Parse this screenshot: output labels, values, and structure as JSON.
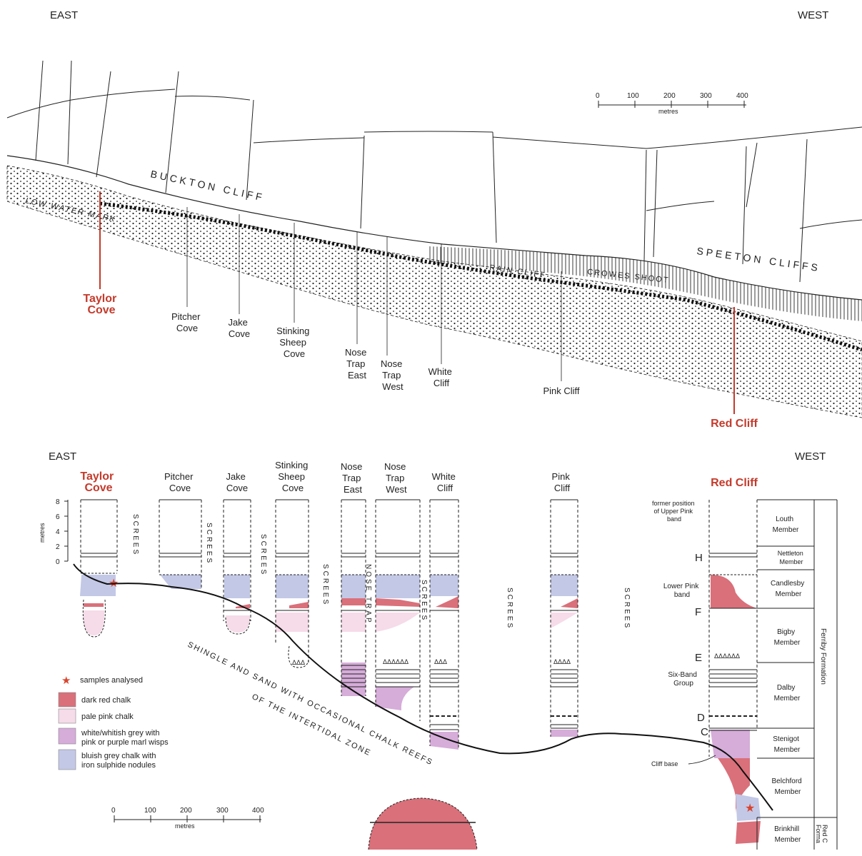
{
  "directions": {
    "east": "EAST",
    "west": "WEST"
  },
  "map": {
    "cliff_names": {
      "buckton": "BUCKTON CLIFF",
      "speeton": "SPEETON CLIFFS",
      "rain": "RAIN CLIFF",
      "crowes": "CROWES SHOOT",
      "low_water": "LOW WATER MARK"
    },
    "scale": {
      "ticks": [
        "0",
        "100",
        "200",
        "300",
        "400"
      ],
      "unit": "metres"
    },
    "locations": [
      {
        "lines": [
          "Taylor",
          "Cove"
        ],
        "highlight": true
      },
      {
        "lines": [
          "Pitcher",
          "Cove"
        ]
      },
      {
        "lines": [
          "Jake",
          "Cove"
        ]
      },
      {
        "lines": [
          "Stinking",
          "Sheep",
          "Cove"
        ]
      },
      {
        "lines": [
          "Nose",
          "Trap",
          "East"
        ]
      },
      {
        "lines": [
          "Nose",
          "Trap",
          "West"
        ]
      },
      {
        "lines": [
          "White",
          "Cliff"
        ]
      },
      {
        "lines": [
          "Pink Cliff"
        ]
      },
      {
        "lines": [
          "Red Cliff"
        ],
        "highlight": true
      }
    ]
  },
  "section": {
    "columns": [
      {
        "lines": [
          "Taylor",
          "Cove"
        ],
        "highlight": true
      },
      {
        "lines": [
          "Pitcher",
          "Cove"
        ]
      },
      {
        "lines": [
          "Jake",
          "Cove"
        ]
      },
      {
        "lines": [
          "Stinking",
          "Sheep",
          "Cove"
        ]
      },
      {
        "lines": [
          "Nose",
          "Trap",
          "East"
        ]
      },
      {
        "lines": [
          "Nose",
          "Trap",
          "West"
        ]
      },
      {
        "lines": [
          "White",
          "Cliff"
        ]
      },
      {
        "lines": [
          "Pink",
          "Cliff"
        ]
      },
      {
        "lines": [
          "Red Cliff"
        ],
        "highlight": true
      }
    ],
    "axis": {
      "unit": "metres",
      "ticks": [
        "8",
        "6",
        "4",
        "2",
        "0"
      ]
    },
    "screes_label": "SCREES",
    "nose_trap_label": "NOSE TRAP",
    "beach_label_1": "SHINGLE AND SAND WITH OCCASIONAL CHALK REEFS",
    "beach_label_2": "OF THE INTERTIDAL ZONE",
    "markers": [
      "H",
      "F",
      "E",
      "D",
      "C"
    ],
    "annotations": {
      "former": [
        "former position",
        "of Upper Pink",
        "band"
      ],
      "lower_pink": [
        "Lower Pink",
        "band"
      ],
      "six_band": [
        "Six-Band",
        "Group"
      ],
      "cliff_base": "Cliff base"
    },
    "members": [
      {
        "lines": [
          "Louth",
          "Member"
        ]
      },
      {
        "lines": [
          "Nettleton",
          "Member"
        ]
      },
      {
        "lines": [
          "Candlesby",
          "Member"
        ]
      },
      {
        "lines": [
          "Bigby",
          "Member"
        ]
      },
      {
        "lines": [
          "Dalby",
          "Member"
        ]
      },
      {
        "lines": [
          "Stenigot",
          "Member"
        ]
      },
      {
        "lines": [
          "Belchford",
          "Member"
        ]
      },
      {
        "lines": [
          "Brinkhill",
          "Member"
        ]
      }
    ],
    "formations": {
      "ferriby": "Ferriby Formation",
      "red_chalk": [
        "Red C",
        "Forma"
      ]
    },
    "scale": {
      "ticks": [
        "0",
        "100",
        "200",
        "300",
        "400"
      ],
      "unit": "metres"
    }
  },
  "legend": {
    "items": [
      {
        "label": [
          "samples analysed"
        ],
        "kind": "star",
        "color": "#d8452f"
      },
      {
        "label": [
          "dark red chalk"
        ],
        "kind": "swatch",
        "color": "#d9707a"
      },
      {
        "label": [
          "pale pink chalk"
        ],
        "kind": "swatch",
        "color": "#f6dbe8"
      },
      {
        "label": [
          "white/whitish grey with",
          "pink or purple marl wisps"
        ],
        "kind": "swatch",
        "color": "#d6acd9"
      },
      {
        "label": [
          "bluish grey chalk with",
          "iron sulphide nodules"
        ],
        "kind": "swatch",
        "color": "#c3c8e6"
      }
    ]
  },
  "colors": {
    "accent": "#c43a2b",
    "dark_red": "#d9707a",
    "pale_pink": "#f6dbe8",
    "lilac": "#d6acd9",
    "blue_grey": "#c3c8e6",
    "ink": "#222222"
  }
}
